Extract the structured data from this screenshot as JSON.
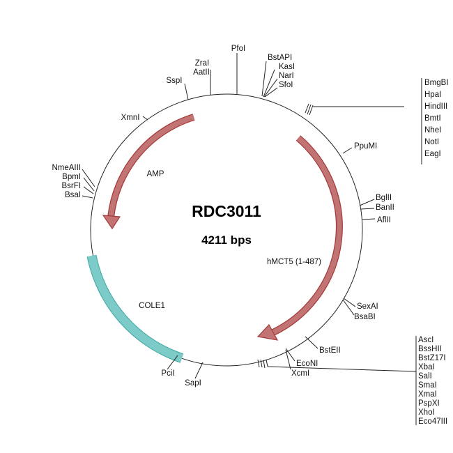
{
  "plasmid": {
    "name": "RDC3011",
    "size": "4211 bps"
  },
  "features": {
    "amp": "AMP",
    "hmct5": "hMCT5 (1-487)",
    "cole1": "COLE1"
  },
  "colors": {
    "backbone": "#222222",
    "arrow_fill": "#c27474",
    "arrow_stroke": "#a63a3a",
    "ori_fill": "#7ccbc8",
    "ori_stroke": "#3aa8a3"
  },
  "sites": {
    "pfoi": "PfoI",
    "zrai": "ZraI",
    "aatii": "AatII",
    "sspi": "SspI",
    "bstapi": "BstAPI",
    "kasi": "KasI",
    "nari": "NarI",
    "sfoi": "SfoI",
    "xmni": "XmnI",
    "ppumi": "PpuMI",
    "bglii": "BglII",
    "banii": "BanII",
    "afiii": "AflII",
    "sexai": "SexAI",
    "bsabi": "BsaBI",
    "bsteii": "BstEII",
    "econi": "EcoNI",
    "xcmi": "XcmI",
    "pcii": "PciI",
    "sapi": "SapI",
    "nmeaiii": "NmeAIII",
    "bpmi": "BpmI",
    "bsrfi": "BsrFI",
    "bsai": "BsaI"
  },
  "mcs_top": [
    "BmgBI",
    "HpaI",
    "HindIII",
    "BmtI",
    "NheI",
    "NotI",
    "EagI"
  ],
  "mcs_bottom": [
    "AscI",
    "BssHII",
    "BstZ17I",
    "XbaI",
    "SalI",
    "SmaI",
    "XmaI",
    "PspXI",
    "XhoI",
    "Eco47III"
  ]
}
